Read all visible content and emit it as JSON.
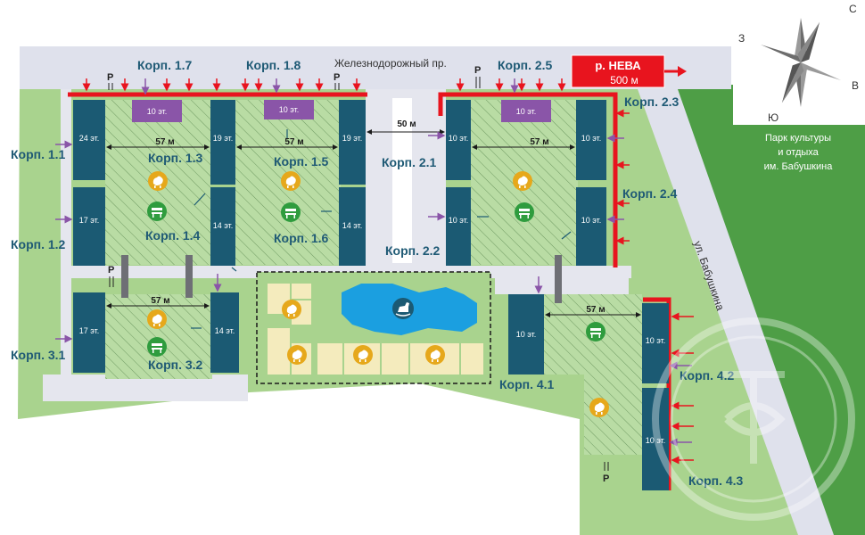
{
  "streets": {
    "railway": "Железнодорожный пр.",
    "babushkina": "ул. Бабушкина"
  },
  "park": {
    "line1": "Парк культуры",
    "line2": "и отдыха",
    "line3": "им. Бабушкина"
  },
  "river": {
    "name": "р. НЕВА",
    "distance": "500 м"
  },
  "compass": {
    "north": "С",
    "south": "Ю",
    "west": "З",
    "east": "В"
  },
  "dims": {
    "width_57": "57 м",
    "width_50": "50 м"
  },
  "parking": "P",
  "buildings": {
    "b11": "Корп. 1.1",
    "b12": "Корп. 1.2",
    "b13": "Корп. 1.3",
    "b14": "Корп. 1.4",
    "b15": "Корп. 1.5",
    "b16": "Корп. 1.6",
    "b17": "Корп. 1.7",
    "b18": "Корп. 1.8",
    "b21": "Корп. 2.1",
    "b22": "Корп. 2.2",
    "b23": "Корп. 2.3",
    "b24": "Корп. 2.4",
    "b25": "Корп. 2.5",
    "b31": "Корп. 3.1",
    "b32": "Корп. 3.2",
    "b41": "Корп. 4.1",
    "b42": "Корп. 4.2",
    "b43": "Корп. 4.3"
  },
  "floors": {
    "f24": "24 эт.",
    "f19": "19 эт.",
    "f17": "17 эт.",
    "f14": "14 эт.",
    "f10": "10 эт."
  },
  "colors": {
    "building": "#1b5a73",
    "courtyard": "#b9dca4",
    "lawn": "#a9d38e",
    "road": "#dfe1ec",
    "parkGreen": "#4e9e46",
    "red": "#e8141e",
    "purple": "#8a55a8",
    "pool": "#1b9fe0",
    "sand": "#f4ebbd",
    "icon": "#e6a81b",
    "bench": "#2f9c3e"
  }
}
